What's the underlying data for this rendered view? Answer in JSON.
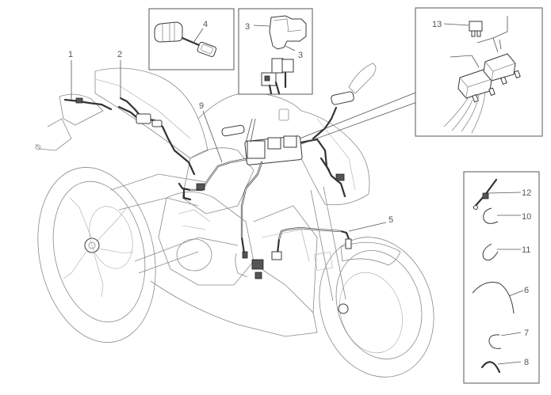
{
  "diagram": {
    "type": "exploded parts diagram",
    "subject": "motorcycle electrical wiring harness",
    "callouts": [
      {
        "id": "c1",
        "label": "1"
      },
      {
        "id": "c2",
        "label": "2"
      },
      {
        "id": "c3a",
        "label": "3"
      },
      {
        "id": "c3b",
        "label": "3"
      },
      {
        "id": "c4",
        "label": "4"
      },
      {
        "id": "c5",
        "label": "5"
      },
      {
        "id": "c6",
        "label": "6"
      },
      {
        "id": "c7",
        "label": "7"
      },
      {
        "id": "c8",
        "label": "8"
      },
      {
        "id": "c9",
        "label": "9"
      },
      {
        "id": "c10",
        "label": "10"
      },
      {
        "id": "c11",
        "label": "11"
      },
      {
        "id": "c12",
        "label": "12"
      },
      {
        "id": "c13",
        "label": "13"
      }
    ],
    "detail_boxes": [
      {
        "name": "connector-detail",
        "contains": [
          "4"
        ]
      },
      {
        "name": "relay-detail",
        "contains": [
          "3",
          "3"
        ]
      },
      {
        "name": "fuse-relay-detail",
        "contains": [
          "13"
        ]
      },
      {
        "name": "clips-detail",
        "contains": [
          "12",
          "10",
          "11",
          "6",
          "7",
          "8"
        ]
      }
    ]
  }
}
